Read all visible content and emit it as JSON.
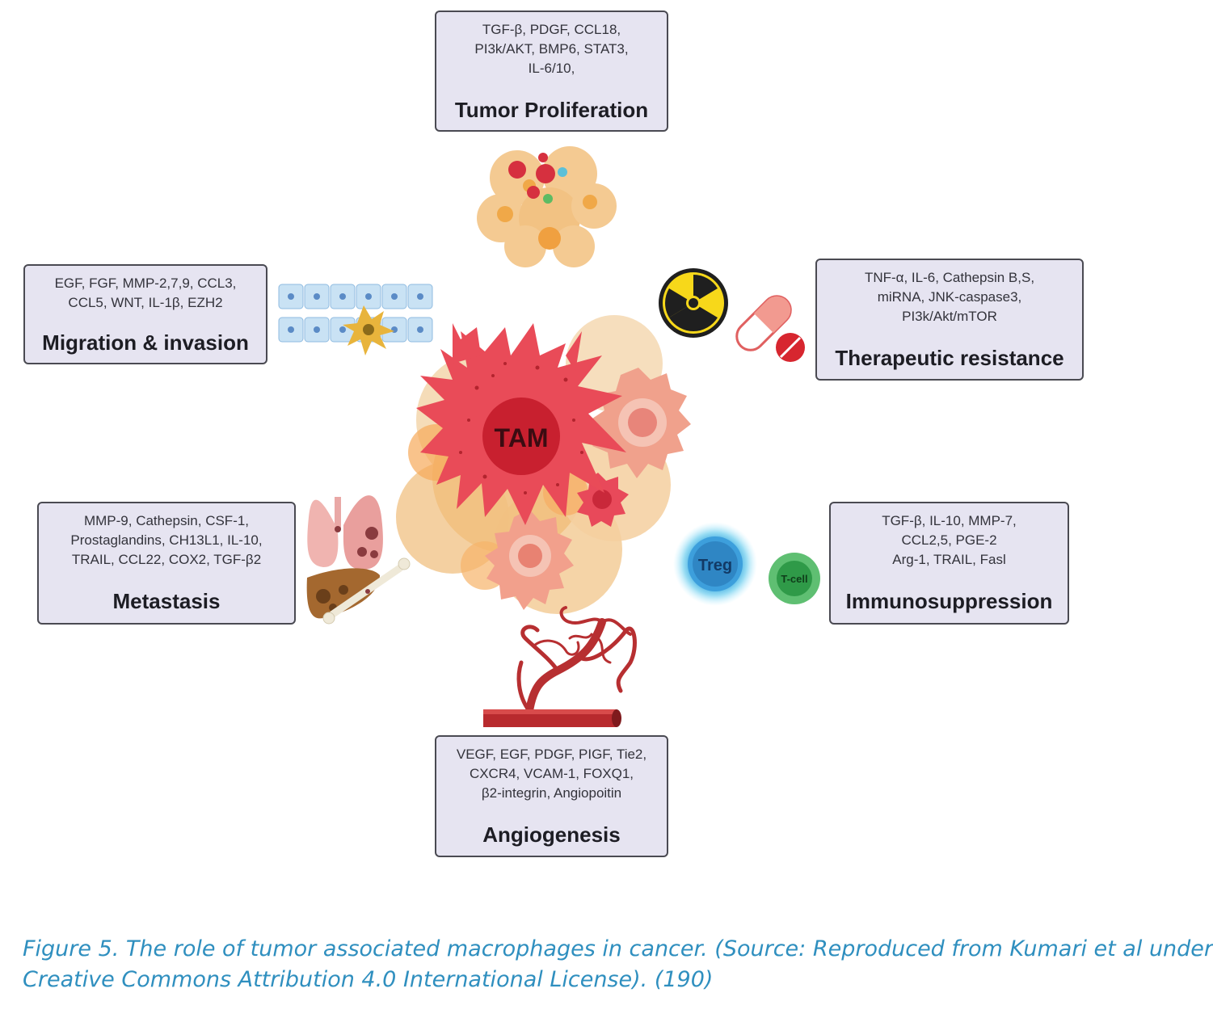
{
  "center_label": "TAM",
  "treg_label": "Treg",
  "tcell_label": "T-cell",
  "boxes": {
    "proliferation": {
      "lines": [
        "TGF-β, PDGF, CCL18,",
        "PI3k/AKT, BMP6, STAT3,",
        "IL-6/10,"
      ],
      "title": "Tumor Proliferation"
    },
    "migration": {
      "lines": [
        "EGF, FGF, MMP-2,7,9, CCL3,",
        "CCL5, WNT, IL-1β, EZH2"
      ],
      "title": "Migration & invasion"
    },
    "resistance": {
      "lines": [
        "TNF-α, IL-6, Cathepsin B,S,",
        "miRNA, JNK-caspase3,",
        "PI3k/Akt/mTOR"
      ],
      "title": "Therapeutic resistance"
    },
    "metastasis": {
      "lines": [
        "MMP-9, Cathepsin, CSF-1,",
        "Prostaglandins, CH13L1, IL-10,",
        "TRAIL, CCL22, COX2, TGF-β2"
      ],
      "title": "Metastasis"
    },
    "immuno": {
      "lines": [
        "TGF-β, IL-10, MMP-7,",
        "CCL2,5, PGE-2",
        "Arg-1, TRAIL, Fasl"
      ],
      "title": "Immunosuppression"
    },
    "angiogenesis": {
      "lines": [
        "VEGF, EGF, PDGF, PIGF, Tie2,",
        "CXCR4, VCAM-1, FOXQ1,",
        "β2-integrin, Angiopoitin"
      ],
      "title": "Angiogenesis"
    }
  },
  "caption": {
    "line1": "Figure 5. The role of tumor associated macrophages in cancer. (Source: Reproduced from Kumari et al under",
    "line2": "Creative Commons Attribution 4.0 International License). (190)"
  },
  "colors": {
    "box_fill": "#e6e4f1",
    "box_border": "#4a4a52",
    "tam_red": "#e0465a",
    "tumor_orange": "#f2b872",
    "caption_blue": "#2f8fbf"
  }
}
